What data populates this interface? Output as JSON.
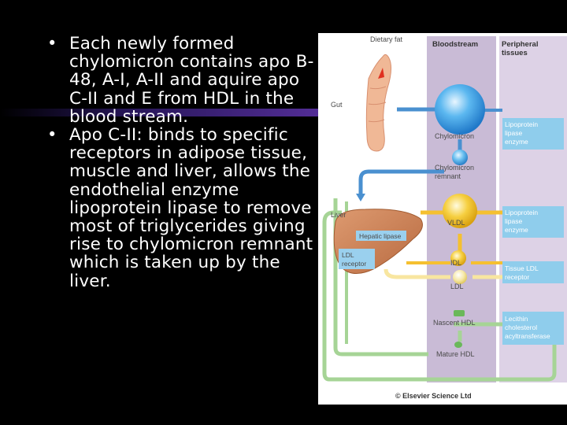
{
  "bullets": [
    "Each newly formed chylomicron contains apo B-48, A-I, A-II and aquire apo C-II and E from HDL in the blood stream.",
    "Apo C-II: binds to specific receptors in adipose tissue, muscle and liver, allows the endothelial enzyme lipoprotein lipase to remove most of triglycerides giving rise to chylomicron remnant which is taken up by the liver."
  ],
  "figure": {
    "dietary_fat": "Dietary fat",
    "bloodstream": "Bloodstream",
    "peripheral_1": "Peripheral",
    "peripheral_2": "tissues",
    "gut": "Gut",
    "chylomicron": "Chylomicron",
    "remnant_1": "Chylomicron",
    "remnant_2": "remnant",
    "liver": "Liver",
    "vldl": "VLDL",
    "hepatic_lipase": "Hepatic lipase",
    "ldl_receptor_1": "LDL",
    "ldl_receptor_2": "receptor",
    "idl": "IDL",
    "ldl": "LDL",
    "nascent_hdl": "Nascent HDL",
    "mature_hdl": "Mature HDL",
    "lpl1_1": "Lipoprotein",
    "lpl1_2": "lipase",
    "lpl1_3": "enzyme",
    "lpl2_1": "Lipoprotein",
    "lpl2_2": "lipase",
    "lpl2_3": "enzyme",
    "tissue_ldl_1": "Tissue LDL",
    "tissue_ldl_2": "receptor",
    "lcat_1": "Lecithin",
    "lcat_2": "cholesterol",
    "lcat_3": "acyltransferase",
    "copyright": "© Elsevier Science Ltd"
  },
  "colors": {
    "background": "#000000",
    "bloodstream_band": "#c9bbd6",
    "peripheral_band": "#ddd2e6",
    "blue_box": "#8fcdec",
    "blue_arrow": "#4a90d0",
    "yellow_arrow": "#f5c030",
    "light_yellow_arrow": "#f8e6a0",
    "green_arrow": "#9acc8a",
    "liver": "#c87a50",
    "gut": "#f0b896"
  }
}
